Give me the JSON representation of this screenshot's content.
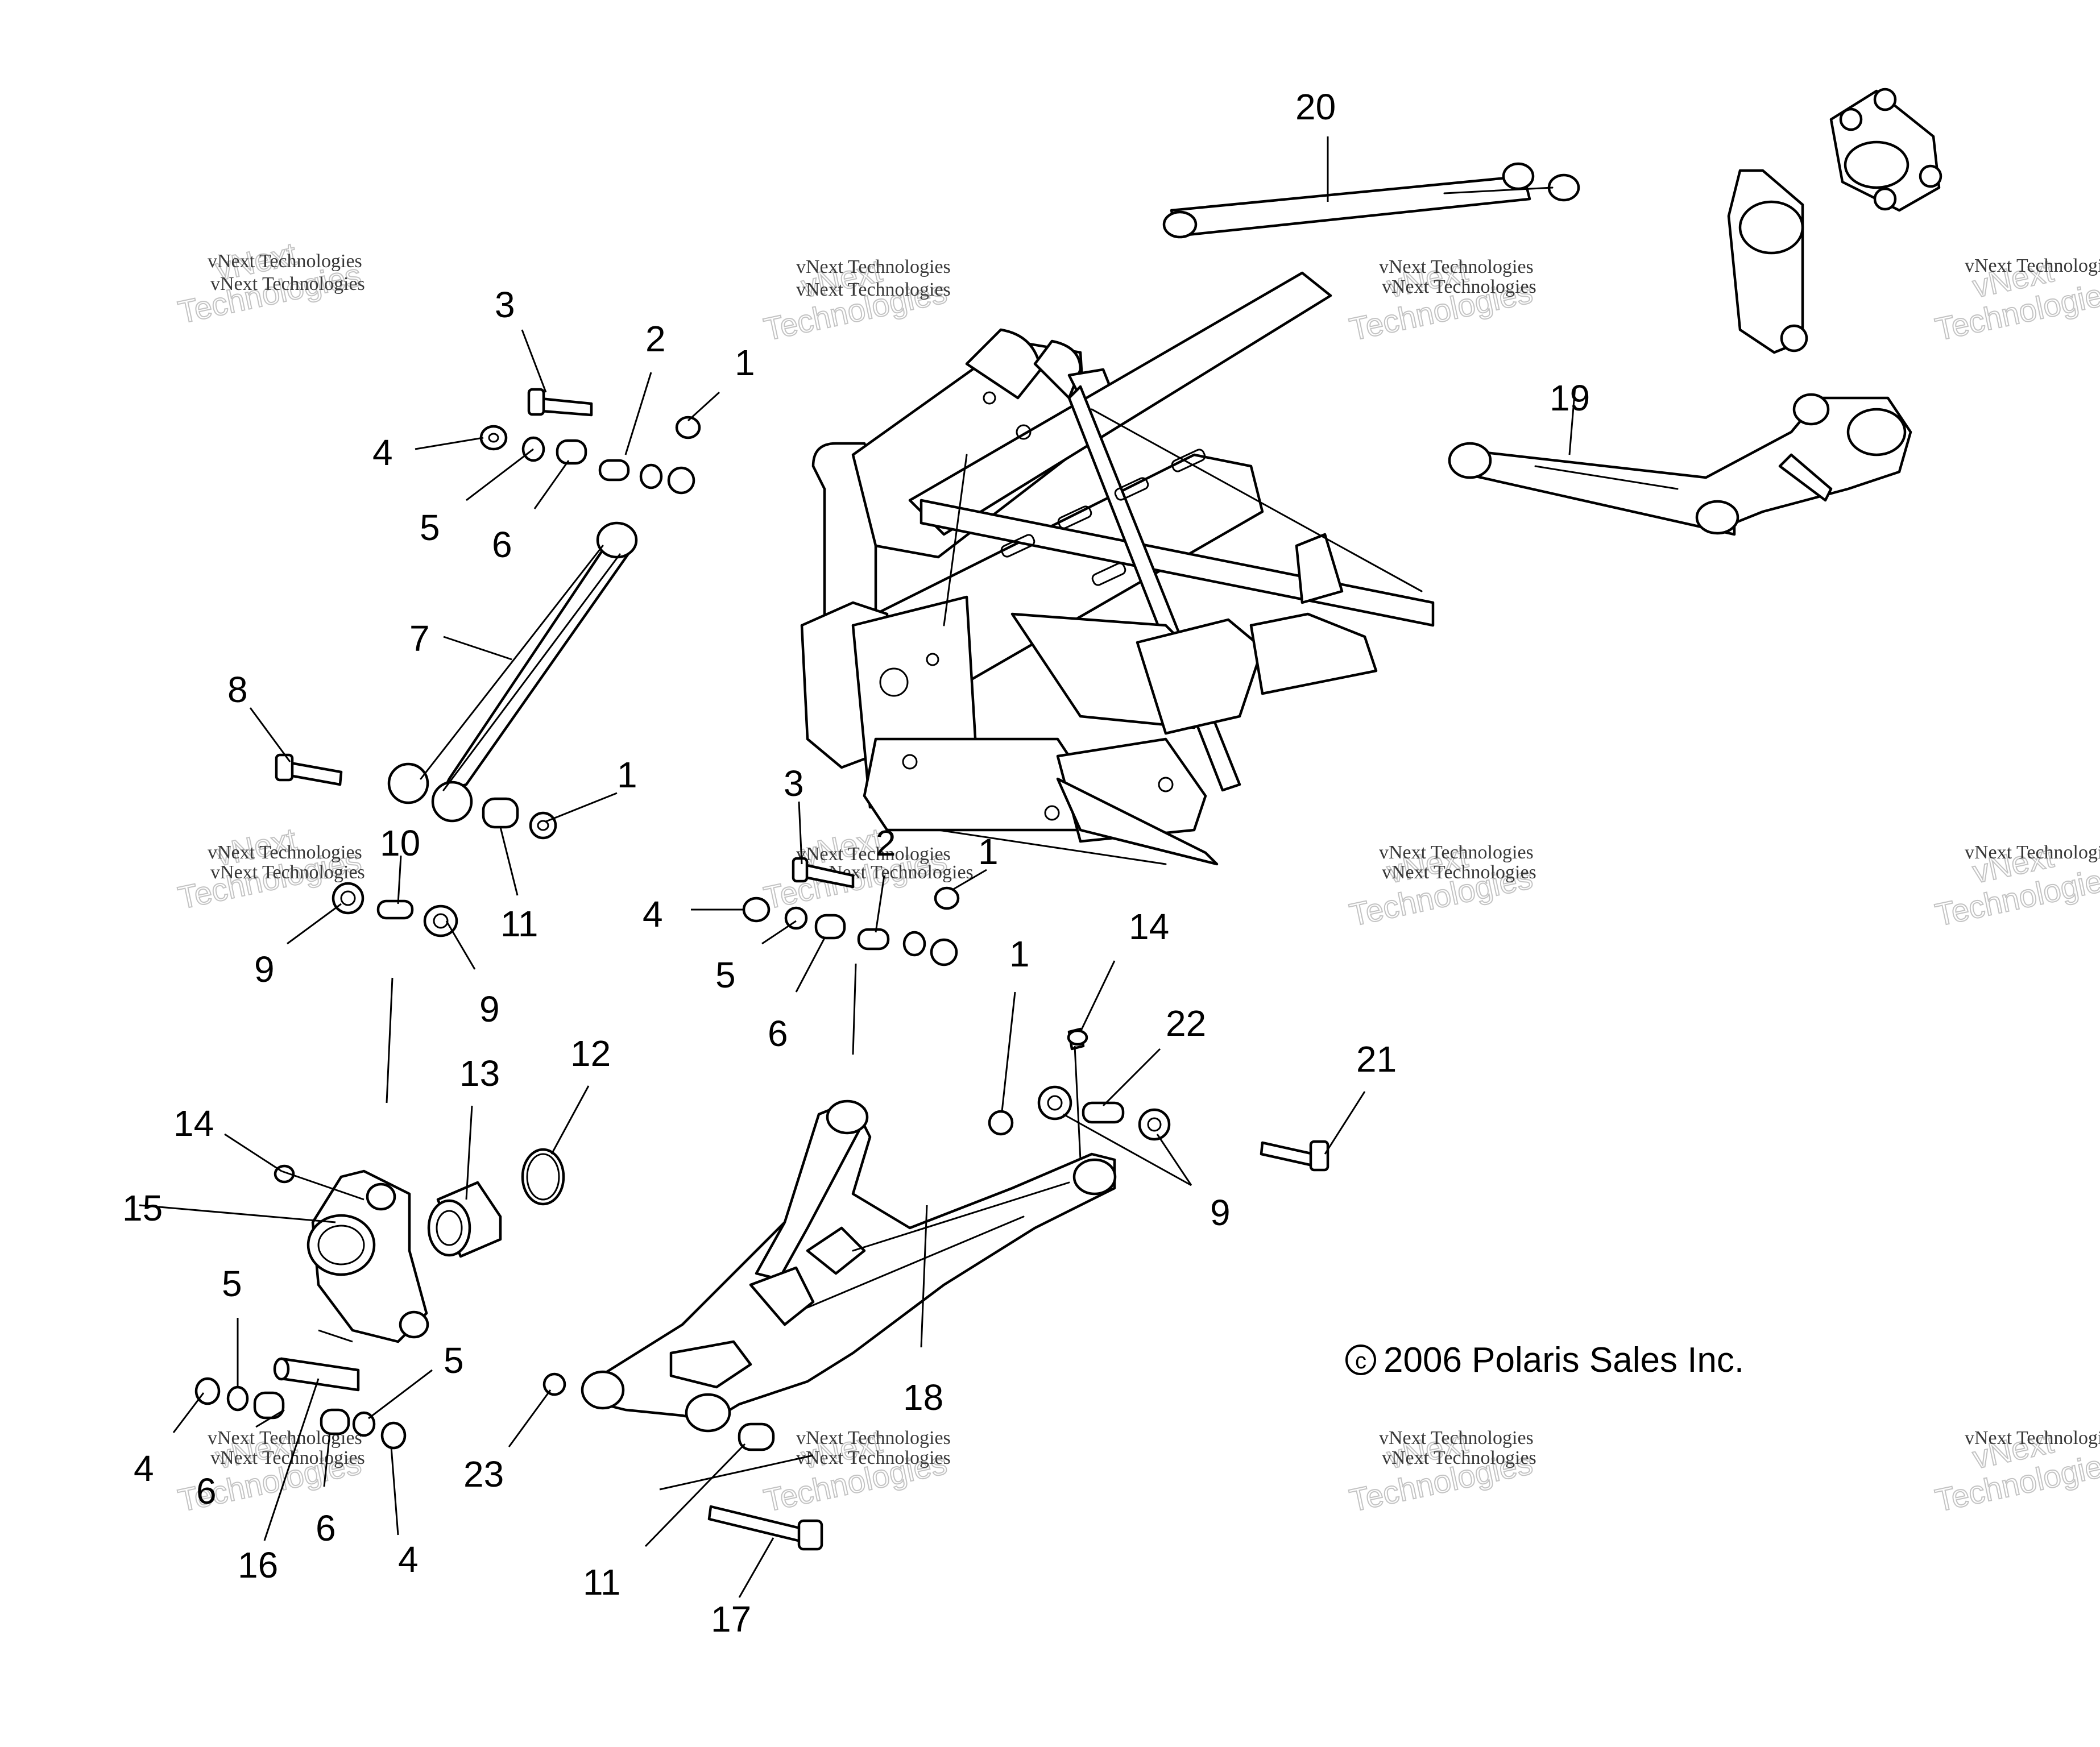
{
  "callouts": [
    {
      "text": "20"
    },
    {
      "text": "19"
    },
    {
      "text": "3"
    },
    {
      "text": "2"
    },
    {
      "text": "1"
    },
    {
      "text": "4"
    },
    {
      "text": "5"
    },
    {
      "text": "6"
    },
    {
      "text": "7"
    },
    {
      "text": "8"
    },
    {
      "text": "1"
    },
    {
      "text": "10"
    },
    {
      "text": "11"
    },
    {
      "text": "9"
    },
    {
      "text": "9"
    },
    {
      "text": "3"
    },
    {
      "text": "2"
    },
    {
      "text": "1"
    },
    {
      "text": "4"
    },
    {
      "text": "5"
    },
    {
      "text": "6"
    },
    {
      "text": "14"
    },
    {
      "text": "1"
    },
    {
      "text": "22"
    },
    {
      "text": "21"
    },
    {
      "text": "9"
    },
    {
      "text": "13"
    },
    {
      "text": "12"
    },
    {
      "text": "14"
    },
    {
      "text": "15"
    },
    {
      "text": "5"
    },
    {
      "text": "5"
    },
    {
      "text": "4"
    },
    {
      "text": "6"
    },
    {
      "text": "16"
    },
    {
      "text": "6"
    },
    {
      "text": "4"
    },
    {
      "text": "23"
    },
    {
      "text": "18"
    },
    {
      "text": "11"
    },
    {
      "text": "17"
    }
  ],
  "copyright": "2006 Polaris Sales Inc.",
  "copyright_symbol": "c",
  "watermark": {
    "line1": "vNext Technologies",
    "line2": "vNext",
    "line3": "Technologies"
  }
}
